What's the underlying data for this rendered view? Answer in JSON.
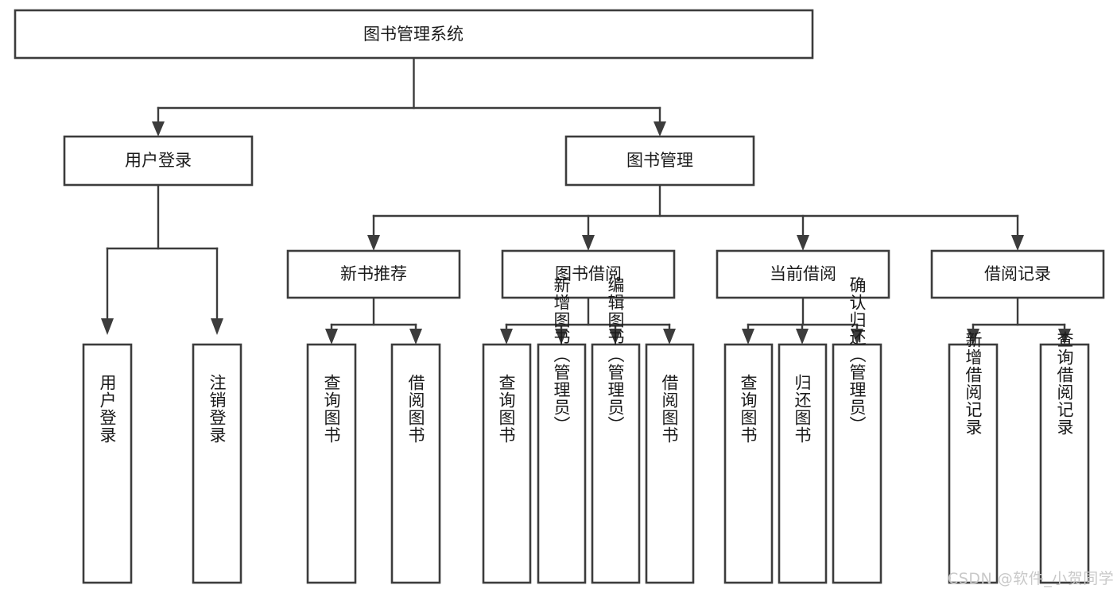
{
  "diagram": {
    "title": "图书管理系统",
    "type": "tree",
    "watermark": "CSDN @软件_小贺同学",
    "colors": {
      "box_stroke": "#3c3c3c",
      "box_fill": "#ffffff",
      "text": "#1a1a1a",
      "edge": "#3c3c3c",
      "watermark": "#c9c9c9",
      "background": "#ffffff"
    },
    "levels": {
      "root": {
        "label": "图书管理系统"
      },
      "level2": [
        {
          "id": "user-login",
          "label": "用户登录"
        },
        {
          "id": "book-manage",
          "label": "图书管理"
        }
      ],
      "level3": [
        {
          "id": "new-book-rec",
          "label": "新书推荐",
          "parent": "book-manage"
        },
        {
          "id": "book-borrow",
          "label": "图书借阅",
          "parent": "book-manage"
        },
        {
          "id": "current-borrow",
          "label": "当前借阅",
          "parent": "book-manage"
        },
        {
          "id": "borrow-record",
          "label": "借阅记录",
          "parent": "book-manage"
        }
      ],
      "leaves": [
        {
          "id": "leaf-user-login",
          "label": "用户登录",
          "parent": "user-login"
        },
        {
          "id": "leaf-logout-login",
          "label": "注销登录",
          "parent": "user-login"
        },
        {
          "id": "leaf-query-book-1",
          "label": "查询图书",
          "parent": "new-book-rec"
        },
        {
          "id": "leaf-borrow-book-1",
          "label": "借阅图书",
          "parent": "new-book-rec"
        },
        {
          "id": "leaf-query-book-2",
          "label": "查询图书",
          "parent": "book-borrow"
        },
        {
          "id": "leaf-add-book",
          "label": "新增图书（管理员）",
          "parent": "book-borrow"
        },
        {
          "id": "leaf-edit-book",
          "label": "编辑图书（管理员）",
          "parent": "book-borrow"
        },
        {
          "id": "leaf-borrow-book-2",
          "label": "借阅图书",
          "parent": "book-borrow"
        },
        {
          "id": "leaf-query-book-3",
          "label": "查询图书",
          "parent": "current-borrow"
        },
        {
          "id": "leaf-return-book",
          "label": "归还图书",
          "parent": "current-borrow"
        },
        {
          "id": "leaf-confirm-return",
          "label": "确认归还（管理员）",
          "parent": "current-borrow"
        },
        {
          "id": "leaf-add-record",
          "label": "新增借阅记录",
          "parent": "borrow-record"
        },
        {
          "id": "leaf-query-record",
          "label": "查询借阅记录",
          "parent": "borrow-record"
        }
      ]
    }
  }
}
